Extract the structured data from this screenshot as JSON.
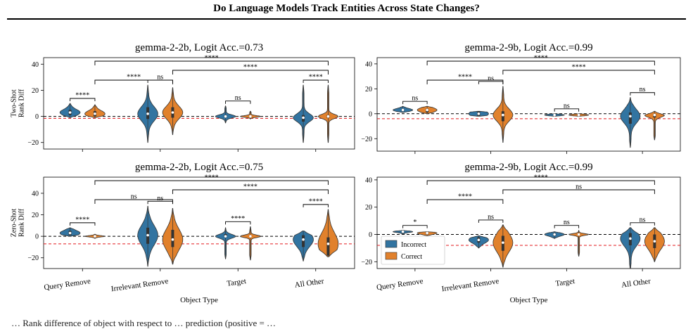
{
  "page_title": "Do Language Models Track Entities Across State Changes?",
  "caption": "… Rank difference of object with respect to … prediction (positive = …",
  "colors": {
    "incorrect": "#3274a1",
    "correct": "#e1812c",
    "zero_line": "#000000",
    "ref_line": "#e31a1c"
  },
  "chart_data": [
    {
      "type": "violin",
      "title": "gemma-2-2b, Logit Acc.=0.73",
      "ylabel": "Two-Shot\nRank Diff",
      "xlabel": "",
      "categories": [
        "Query Remove",
        "Irrelevant Remove",
        "Target",
        "All Other"
      ],
      "ylim": [
        -25,
        45
      ],
      "yticks": [
        -20,
        0,
        20,
        40
      ],
      "ref_line": -1.5,
      "legend": null,
      "series": [
        {
          "name": "Incorrect",
          "median": [
            3,
            2,
            0,
            -1
          ],
          "q1": [
            1,
            -2,
            -1,
            -4
          ],
          "q3": [
            5,
            7,
            1,
            1
          ],
          "min": [
            -1,
            -20,
            -5,
            -20
          ],
          "max": [
            10,
            24,
            8,
            24
          ]
        },
        {
          "name": "Correct",
          "median": [
            2,
            3,
            0,
            0
          ],
          "q1": [
            0,
            -1,
            -0.5,
            -1
          ],
          "q3": [
            4,
            7,
            0.5,
            1
          ],
          "min": [
            -1,
            -14,
            -2,
            -20
          ],
          "max": [
            9,
            22,
            4,
            24
          ]
        }
      ],
      "brackets": [
        {
          "from": "Query Remove/Incorrect",
          "to": "Query Remove/Correct",
          "label": "****"
        },
        {
          "from": "Irrelevant Remove/Incorrect",
          "to": "Irrelevant Remove/Correct",
          "label": "ns"
        },
        {
          "from": "Target/Incorrect",
          "to": "Target/Correct",
          "label": "ns"
        },
        {
          "from": "All Other/Incorrect",
          "to": "All Other/Correct",
          "label": "****"
        },
        {
          "from": "Query Remove/Correct",
          "to": "Irrelevant Remove/Correct",
          "label": "****"
        },
        {
          "from": "Irrelevant Remove/Correct",
          "to": "All Other/Correct",
          "label": "****"
        },
        {
          "from": "Query Remove/Correct",
          "to": "All Other/Correct",
          "label": "****"
        }
      ]
    },
    {
      "type": "violin",
      "title": "gemma-2-9b, Logit Acc.=0.99",
      "ylabel": "",
      "xlabel": "",
      "categories": [
        "Query Remove",
        "Irrelevant Remove",
        "Target",
        "All Other"
      ],
      "ylim": [
        -30,
        45
      ],
      "yticks": [
        -20,
        0,
        20,
        40
      ],
      "ref_line": -4,
      "legend": null,
      "series": [
        {
          "name": "Incorrect",
          "median": [
            3,
            0,
            -1,
            -2
          ],
          "q1": [
            2,
            -2,
            -1.5,
            -8
          ],
          "q3": [
            4,
            2,
            -0.5,
            1
          ],
          "min": [
            1,
            -2,
            -2,
            -27
          ],
          "max": [
            6,
            2,
            0,
            13
          ]
        },
        {
          "name": "Correct",
          "median": [
            3,
            -1,
            -1,
            -1
          ],
          "q1": [
            1,
            -6,
            -1.5,
            -3
          ],
          "q3": [
            4,
            2,
            -0.5,
            0
          ],
          "min": [
            0,
            -23,
            -2,
            -21
          ],
          "max": [
            6,
            22,
            0,
            2
          ]
        }
      ],
      "brackets": [
        {
          "from": "Query Remove/Incorrect",
          "to": "Query Remove/Correct",
          "label": "ns"
        },
        {
          "from": "Irrelevant Remove/Incorrect",
          "to": "Irrelevant Remove/Correct",
          "label": "ns"
        },
        {
          "from": "Target/Incorrect",
          "to": "Target/Correct",
          "label": "ns"
        },
        {
          "from": "All Other/Incorrect",
          "to": "All Other/Correct",
          "label": "ns"
        },
        {
          "from": "Query Remove/Correct",
          "to": "Irrelevant Remove/Correct",
          "label": "****"
        },
        {
          "from": "Irrelevant Remove/Correct",
          "to": "All Other/Correct",
          "label": "****"
        },
        {
          "from": "Query Remove/Correct",
          "to": "All Other/Correct",
          "label": "****"
        }
      ]
    },
    {
      "type": "violin",
      "title": "gemma-2-2b, Logit Acc.=0.75",
      "ylabel": "Zero-Shot\nRank Diff",
      "xlabel": "Object Type",
      "categories": [
        "Query Remove",
        "Irrelevant Remove",
        "Target",
        "All Other"
      ],
      "ylim": [
        -30,
        55
      ],
      "yticks": [
        -20,
        0,
        20,
        40
      ],
      "ref_line": -7,
      "legend": null,
      "series": [
        {
          "name": "Incorrect",
          "median": [
            3,
            1,
            0,
            -3
          ],
          "q1": [
            1,
            -7,
            -1,
            -10
          ],
          "q3": [
            5,
            8,
            2,
            1
          ],
          "min": [
            0,
            -28,
            -21,
            -23
          ],
          "max": [
            8,
            28,
            8,
            5
          ]
        },
        {
          "name": "Correct",
          "median": [
            0,
            -3,
            0,
            -7
          ],
          "q1": [
            -0.5,
            -10,
            -0.5,
            -18
          ],
          "q3": [
            0.5,
            6,
            0.5,
            -1
          ],
          "min": [
            -2,
            -26,
            -22,
            -19
          ],
          "max": [
            2,
            26,
            9,
            25
          ]
        }
      ],
      "brackets": [
        {
          "from": "Query Remove/Incorrect",
          "to": "Query Remove/Correct",
          "label": "****"
        },
        {
          "from": "Irrelevant Remove/Incorrect",
          "to": "Irrelevant Remove/Correct",
          "label": "ns"
        },
        {
          "from": "Target/Incorrect",
          "to": "Target/Correct",
          "label": "****"
        },
        {
          "from": "All Other/Incorrect",
          "to": "All Other/Correct",
          "label": "****"
        },
        {
          "from": "Query Remove/Correct",
          "to": "Irrelevant Remove/Correct",
          "label": "ns"
        },
        {
          "from": "Irrelevant Remove/Correct",
          "to": "All Other/Correct",
          "label": "****"
        },
        {
          "from": "Query Remove/Correct",
          "to": "All Other/Correct",
          "label": "****"
        }
      ]
    },
    {
      "type": "violin",
      "title": "gemma-2-9b, Logit Acc.=0.99",
      "ylabel": "",
      "xlabel": "Object Type",
      "categories": [
        "Query Remove",
        "Irrelevant Remove",
        "Target",
        "All Other"
      ],
      "ylim": [
        -25,
        42
      ],
      "yticks": [
        -20,
        0,
        20,
        40
      ],
      "ref_line": -8,
      "legend": {
        "position": "lower left",
        "entries": [
          "Incorrect",
          "Correct"
        ]
      },
      "series": [
        {
          "name": "Incorrect",
          "median": [
            2,
            -4,
            0,
            -3
          ],
          "q1": [
            1,
            -6,
            -1,
            -8
          ],
          "q3": [
            2,
            -2,
            1,
            1
          ],
          "min": [
            0,
            -10,
            -3,
            -26
          ],
          "max": [
            3,
            -1,
            2,
            5
          ]
        },
        {
          "name": "Correct",
          "median": [
            1,
            -6,
            0,
            -5
          ],
          "q1": [
            0,
            -12,
            -0.5,
            -10
          ],
          "q3": [
            1.5,
            -1,
            0.5,
            0
          ],
          "min": [
            -1,
            -24,
            -16,
            -20
          ],
          "max": [
            2,
            7,
            3,
            5
          ]
        }
      ],
      "brackets": [
        {
          "from": "Query Remove/Incorrect",
          "to": "Query Remove/Correct",
          "label": "*"
        },
        {
          "from": "Irrelevant Remove/Incorrect",
          "to": "Irrelevant Remove/Correct",
          "label": "ns"
        },
        {
          "from": "Target/Incorrect",
          "to": "Target/Correct",
          "label": "ns"
        },
        {
          "from": "All Other/Incorrect",
          "to": "All Other/Correct",
          "label": "ns"
        },
        {
          "from": "Query Remove/Correct",
          "to": "Irrelevant Remove/Correct",
          "label": "****"
        },
        {
          "from": "Irrelevant Remove/Correct",
          "to": "All Other/Correct",
          "label": "ns"
        },
        {
          "from": "Query Remove/Correct",
          "to": "All Other/Correct",
          "label": "****"
        }
      ]
    }
  ]
}
